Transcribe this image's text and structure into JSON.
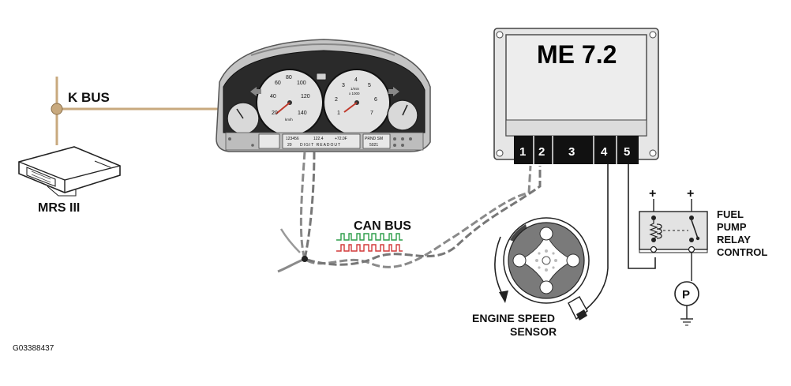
{
  "figure_id": "G03388437",
  "labels": {
    "k_bus": "K BUS",
    "mrs": "MRS III",
    "can_bus": "CAN BUS",
    "ecu": "ME 7.2",
    "engine_speed_sensor_line1": "ENGINE SPEED",
    "engine_speed_sensor_line2": "SENSOR",
    "fuel_pump_line1": "FUEL",
    "fuel_pump_line2": "PUMP",
    "fuel_pump_line3": "RELAY",
    "fuel_pump_line4": "CONTROL",
    "pump_symbol": "P",
    "plus_left": "+",
    "plus_right": "+"
  },
  "ecu_pins": [
    "1",
    "2",
    "3",
    "4",
    "5"
  ],
  "cluster": {
    "speedometer_ticks": [
      "20",
      "40",
      "60",
      "80",
      "100",
      "120",
      "140"
    ],
    "tach_ticks": [
      "1",
      "2",
      "3",
      "4",
      "5",
      "6",
      "7"
    ],
    "tach_unit_1": "1/min",
    "tach_unit_2": "x 1000",
    "speed_unit": "km/h",
    "odometer": "123456",
    "trip": "122.4",
    "temp": "+72.0F",
    "gear": "PRND SM",
    "readout_prefix": "20",
    "readout": "DIGIT READOUT",
    "time": "5021"
  },
  "colors": {
    "line": "#222222",
    "k_bus_wire": "#c8a97e",
    "can_wire": "#8a8a8a",
    "can_signal_green": "#2e9e4a",
    "can_signal_red": "#d23a3a",
    "ecu_body": "#e6e6e6",
    "ecu_window": "#ededed",
    "connector": "#111111",
    "cluster_body": "#b9b9b9",
    "cluster_face": "#2a2a2a"
  }
}
